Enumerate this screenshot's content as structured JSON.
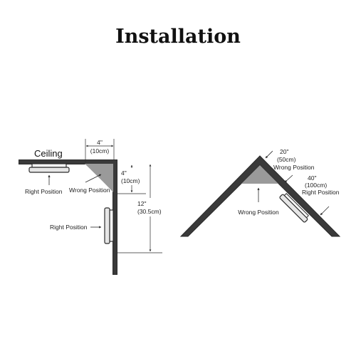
{
  "title": "Installation",
  "left_diagram": {
    "surface_label": "Ceiling",
    "top_gap": {
      "inch": "4\"",
      "metric": "(10cm)"
    },
    "wall_gap": {
      "inch": "4\"",
      "metric": "(10cm)"
    },
    "wall_span": {
      "inch": "12\"",
      "metric": "(30.5cm)"
    },
    "right_position_ceiling": "Right Position",
    "wrong_position": "Wrong Position",
    "right_position_wall": "Right Position"
  },
  "right_diagram": {
    "peak_gap": {
      "inch": "20\"",
      "metric": "(50cm)",
      "note": "Wrong Position"
    },
    "slope_gap": {
      "inch": "40\"",
      "metric": "(100cm)",
      "note": "Right Position"
    },
    "wrong_position": "Wrong Position"
  },
  "colors": {
    "line": "#2b2b2b",
    "dead_air": "#9a9a9a",
    "background": "#ffffff"
  },
  "icons": [
    "smoke-detector-icon",
    "arrow-icon"
  ]
}
